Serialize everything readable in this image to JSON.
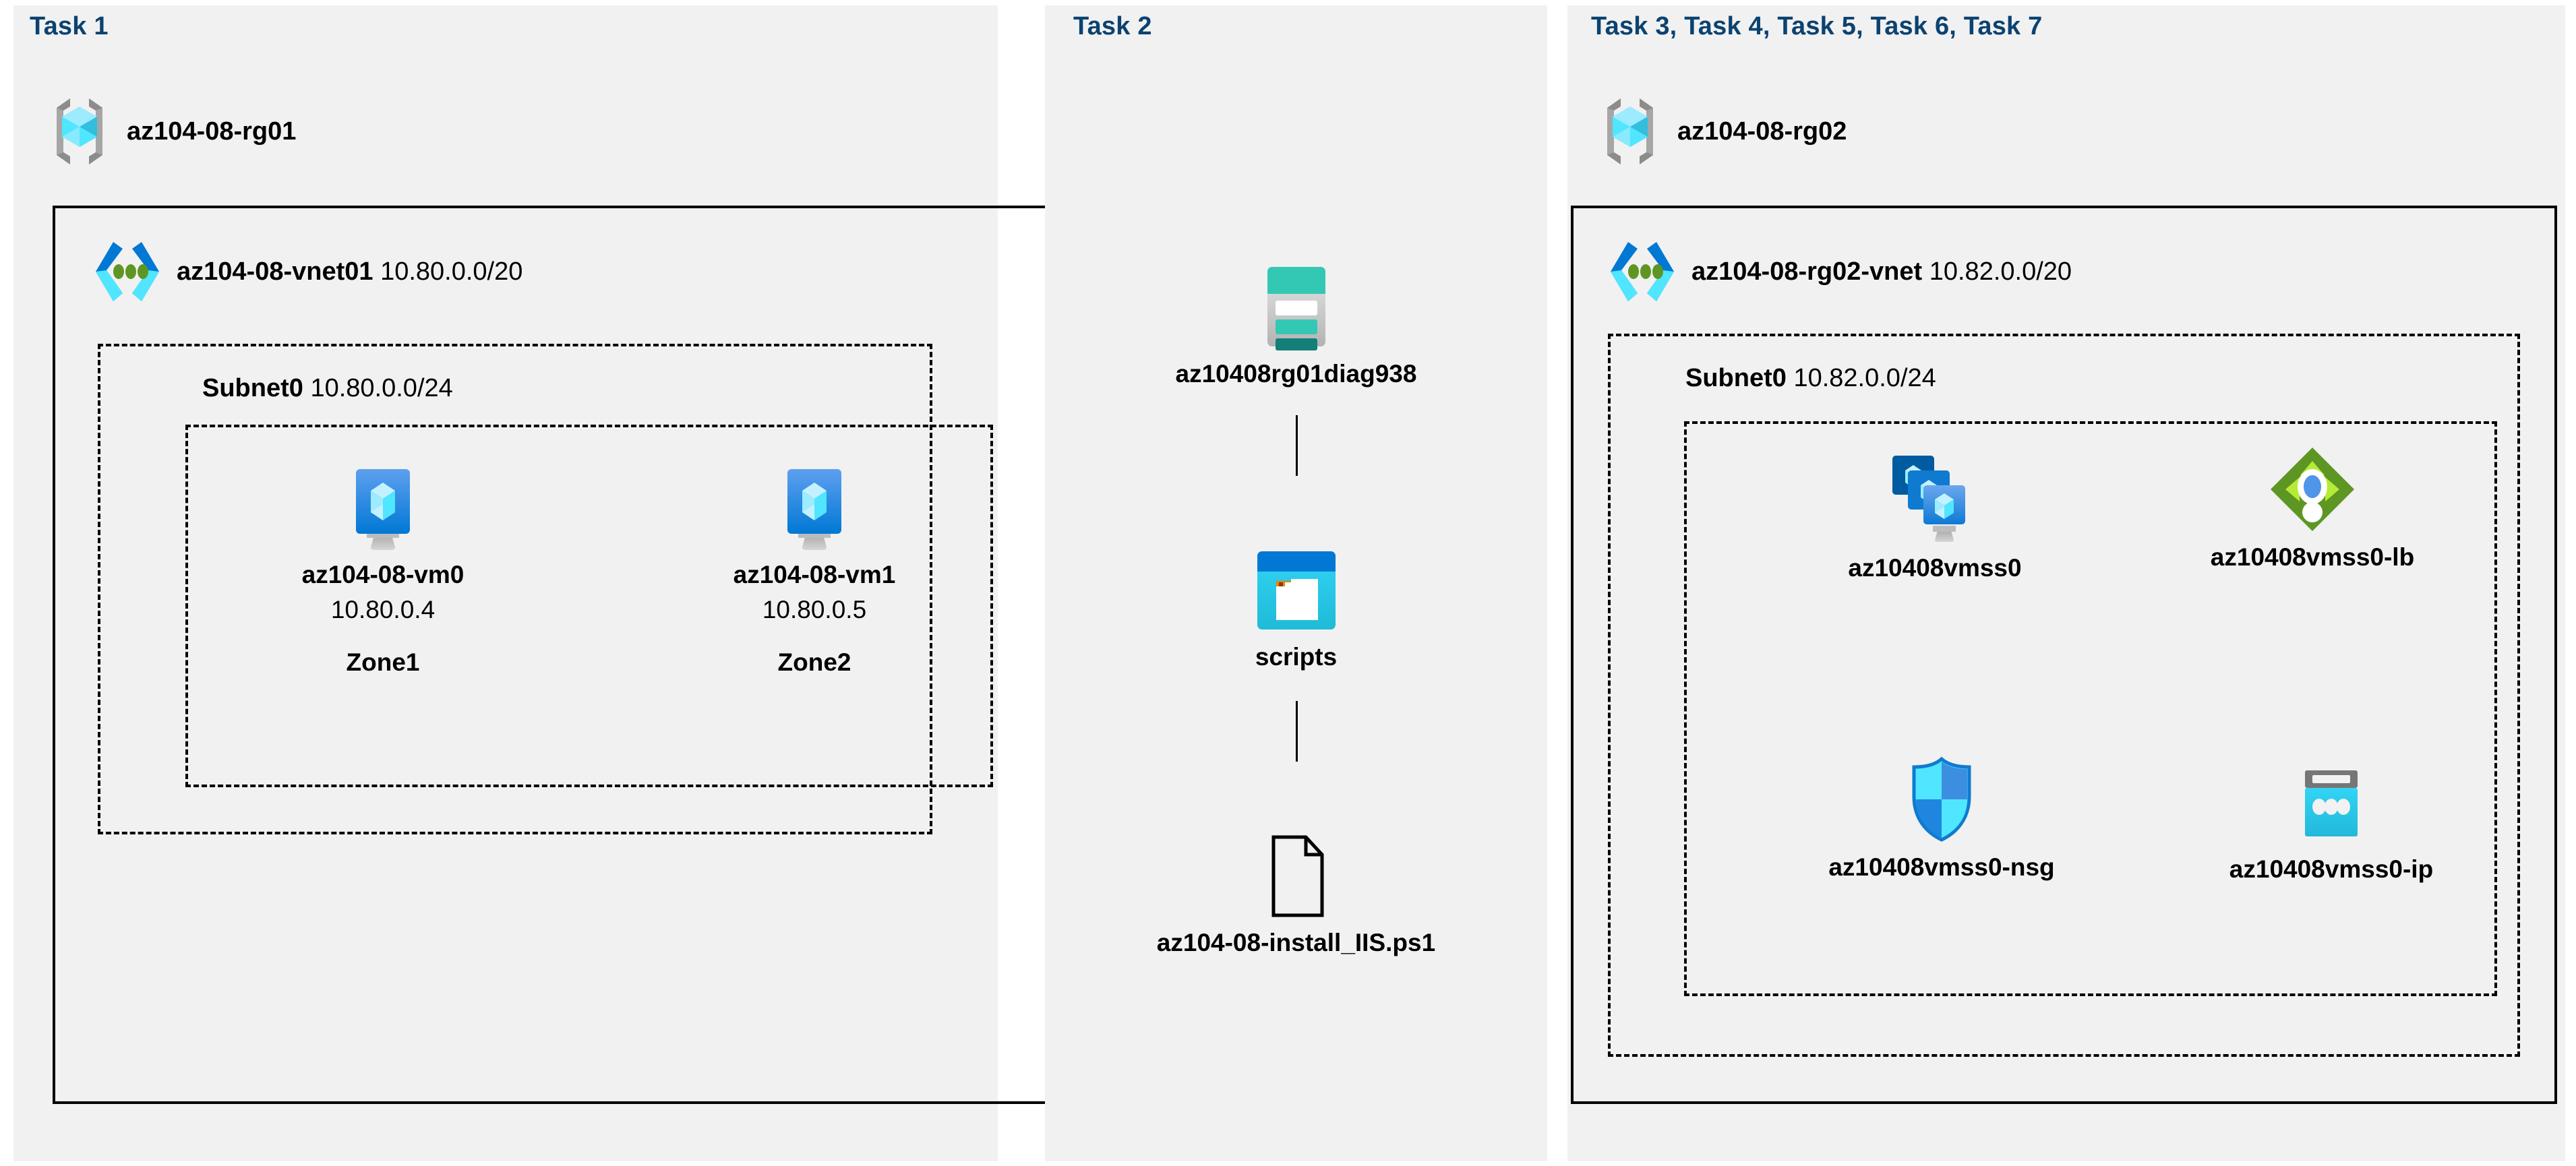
{
  "diagram": {
    "type": "azure-architecture",
    "background": "#ffffff",
    "panel_bg": "#f1f1f1",
    "task_label_color": "#0b4271",
    "panels": [
      {
        "id": "panel-task1",
        "task_label": "Task 1",
        "resource_group": {
          "name": "az104-08-rg01",
          "icon": "resource-group-icon"
        },
        "vnet": {
          "name": "az104-08-vnet01",
          "cidr": "10.80.0.0/20",
          "icon": "virtual-network-icon"
        },
        "subnet": {
          "name": "Subnet0",
          "cidr": "10.80.0.0/24"
        },
        "vms": [
          {
            "name": "az104-08-vm0",
            "ip": "10.80.0.4",
            "zone": "Zone1",
            "icon": "virtual-machine-icon"
          },
          {
            "name": "az104-08-vm1",
            "ip": "10.80.0.5",
            "zone": "Zone2",
            "icon": "virtual-machine-icon"
          }
        ]
      },
      {
        "id": "panel-task2",
        "task_label": "Task 2",
        "nodes": [
          {
            "name": "az10408rg01diag938",
            "icon": "storage-account-icon"
          },
          {
            "name": "scripts",
            "icon": "blob-container-icon"
          },
          {
            "name": "az104-08-install_IIS.ps1",
            "icon": "file-icon"
          }
        ]
      },
      {
        "id": "panel-task3-7",
        "task_label": "Task 3, Task 4, Task 5, Task 6, Task 7",
        "resource_group": {
          "name": "az104-08-rg02",
          "icon": "resource-group-icon"
        },
        "vnet": {
          "name": "az104-08-rg02-vnet",
          "cidr": "10.82.0.0/20",
          "icon": "virtual-network-icon"
        },
        "subnet": {
          "name": "Subnet0",
          "cidr": "10.82.0.0/24"
        },
        "resources": [
          {
            "name": "az10408vmss0",
            "icon": "vm-scale-set-icon"
          },
          {
            "name": "az10408vmss0-lb",
            "icon": "load-balancer-icon"
          },
          {
            "name": "az10408vmss0-nsg",
            "icon": "network-security-group-icon"
          },
          {
            "name": "az10408vmss0-ip",
            "icon": "public-ip-address-icon"
          }
        ]
      }
    ],
    "colors": {
      "azure_blue": "#0078d4",
      "azure_cyan": "#50e6ff",
      "azure_teal": "#32c8b4",
      "azure_green": "#7fba00",
      "gray": "#949494",
      "task_navy": "#0b4271"
    }
  }
}
